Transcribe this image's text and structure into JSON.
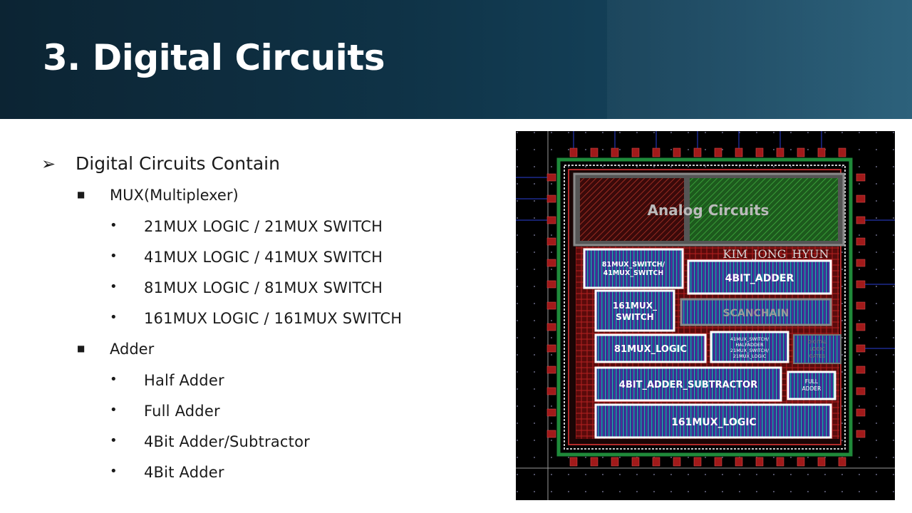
{
  "slide": {
    "title": "3. Digital Circuits"
  },
  "bullets": {
    "heading": "Digital Circuits Contain",
    "mux_label": "MUX(Multiplexer)",
    "mux_items": [
      "21MUX LOGIC / 21MUX SWITCH",
      "41MUX LOGIC / 41MUX SWITCH",
      "81MUX LOGIC / 81MUX SWITCH",
      "161MUX LOGIC / 161MUX SWITCH"
    ],
    "adder_label": "Adder",
    "adder_items": [
      "Half Adder",
      "Full Adder",
      "4Bit Adder/Subtractor",
      "4Bit Adder"
    ]
  },
  "layout": {
    "analog": "Analog Circuits",
    "designer": "KIM_JONG_HYUN",
    "mux81_switch_line1": "81MUX_SWITCH/",
    "mux81_switch_line2": "41MUX_SWITCH",
    "adder4": "4BIT_ADDER",
    "mux161_switch_line1": "161MUX_",
    "mux161_switch_line2": "SWITCH",
    "scanchain": "SCANCHAIN",
    "mux81_logic": "81MUX_LOGIC",
    "small_line1": "41MUX_SWITCH/",
    "small_line2": "HALFADDER",
    "small_line3": "21MUX_SWITCH/",
    "small_line4": "21MUX_LOGIC",
    "gates_line1": "DIGITAL",
    "gates_line2": "LOGIC",
    "gates_line3": "GATES",
    "adder_sub": "4BIT_ADDER_SUBTRACTOR",
    "full_adder_line1": "FULL",
    "full_adder_line2": "ADDER",
    "mux161_logic": "161MUX_LOGIC"
  }
}
